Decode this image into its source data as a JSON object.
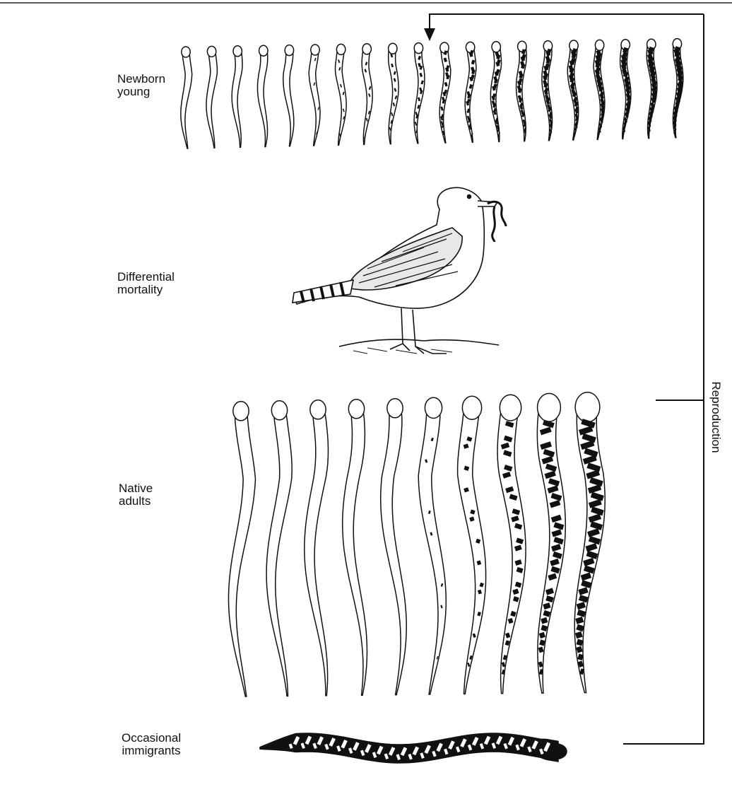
{
  "labels": {
    "newborn": "Newborn\nyoung",
    "mortality": "Differential\nmortality",
    "native": "Native\nadults",
    "immigrants": "Occasional\nimmigrants",
    "reproduction": "Reproduction"
  },
  "newborn_snakes": {
    "count": 20,
    "pattern_levels": [
      0,
      0,
      0,
      0,
      0,
      0.1,
      0.15,
      0.2,
      0.25,
      0.35,
      0.45,
      0.5,
      0.55,
      0.6,
      0.65,
      0.7,
      0.75,
      0.8,
      0.85,
      0.9
    ]
  },
  "adult_snakes": {
    "count": 10,
    "pattern_levels": [
      0,
      0,
      0,
      0,
      0,
      0.15,
      0.4,
      0.65,
      0.85,
      1.0
    ]
  },
  "immigrant_snake": {
    "pattern_level": 1.0
  },
  "colors": {
    "ink": "#111111",
    "paper": "#ffffff"
  }
}
